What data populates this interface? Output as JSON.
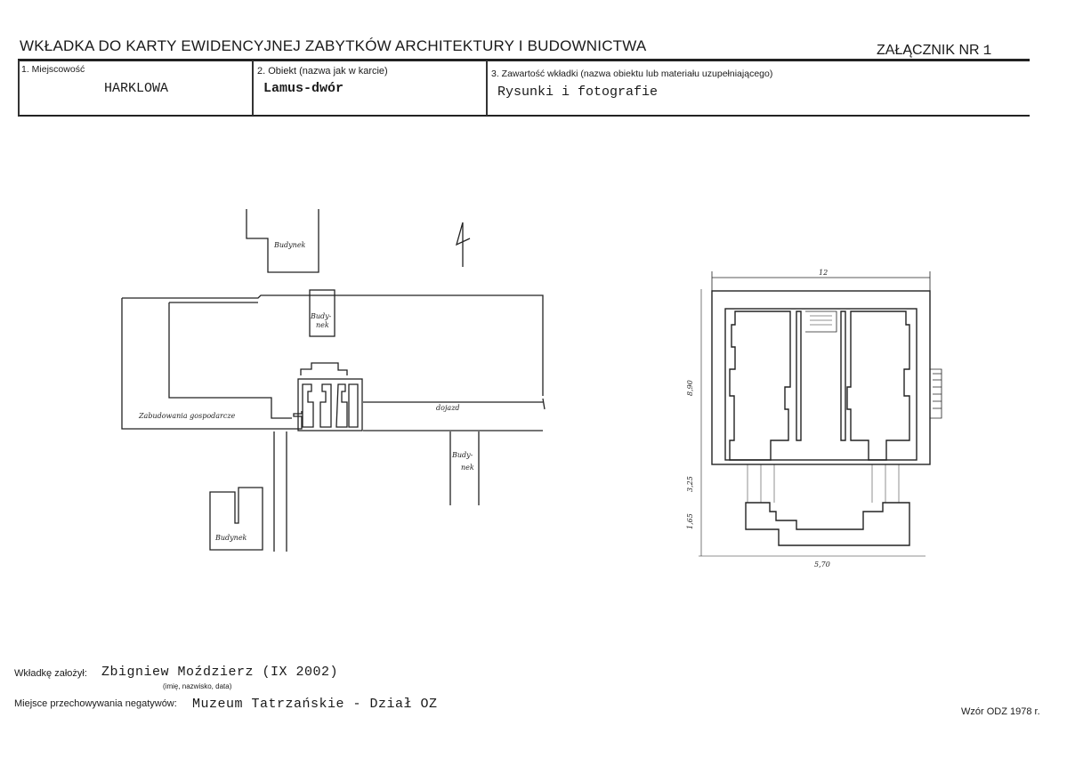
{
  "header": {
    "title": "WKŁADKA DO KARTY EWIDENCYJNEJ ZABYTKÓW ARCHITEKTURY I BUDOWNICTWA",
    "annex_label": "ZAŁĄCZNIK NR",
    "annex_number": "1"
  },
  "fields": {
    "locality_label": "1. Miejscowość",
    "locality_value": "HARKLOWA",
    "object_label": "2. Obiekt (nazwa jak w karcie)",
    "object_value": "Lamus-dwór",
    "content_label": "3. Zawartość wkładki (nazwa obiektu lub materiału uzupełniającego)",
    "content_value": "Rysunki i fotografie"
  },
  "site_plan": {
    "label_budynek_top": "Budynek",
    "label_budynek_mid_1": "Budy-",
    "label_budynek_mid_2": "nek",
    "label_zabudowania": "Zabudowania gospodarcze",
    "label_dojazd": "dojazd",
    "label_budynek_right_1": "Budy-",
    "label_budynek_right_2": "nek",
    "label_budynek_bottom": "Budynek"
  },
  "floor_plan": {
    "dim_top": "12",
    "dim_left_1": "8,90",
    "dim_left_2": "3,25",
    "dim_left_3": "1,65",
    "dim_bottom": "5,70"
  },
  "footer": {
    "author_label": "Wkładkę założył:",
    "author_value": "Zbigniew Moździerz (IX 2002)",
    "author_note": "(imię, nazwisko, data)",
    "negatives_label": "Miejsce przechowywania negatywów:",
    "negatives_value": "Muzeum Tatrzańskie - Dział OZ",
    "form_model": "Wzór ODZ 1978 r."
  }
}
